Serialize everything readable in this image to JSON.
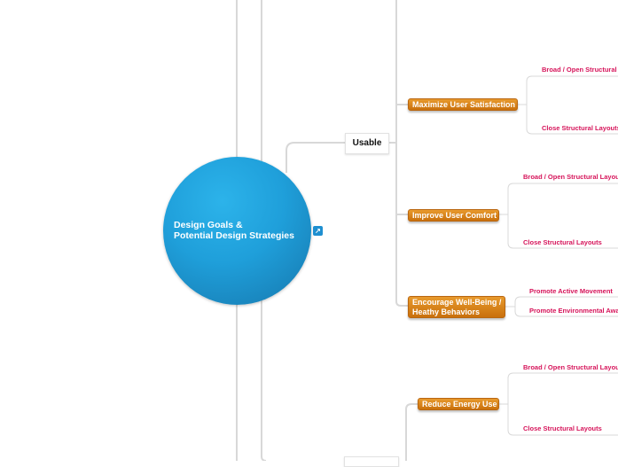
{
  "root": {
    "line1": "Design Goals &",
    "line2": "Potential Design Strategies"
  },
  "badge": {
    "icon": "export-icon",
    "glyph": "↗"
  },
  "branch_usable": {
    "label": "Usable"
  },
  "goals": {
    "maximize": "Maximize User Satisfaction",
    "comfort": "Improve User Comfort",
    "wellbeing_line1": "Encourage Well-Being /",
    "wellbeing_line2": "Heathy Behaviors",
    "energy": "Reduce Energy Use"
  },
  "strategies": {
    "maximize_1": "Broad / Open Structural Layouts",
    "maximize_2": "Close Structural Layouts",
    "comfort_1": "Broad / Open Structural Layouts",
    "comfort_2": "Close Structural Layouts",
    "wellbeing_1": "Promote Active Movement",
    "wellbeing_2": "Promote Environmental Awareness",
    "energy_1": "Broad / Open Structural Layouts",
    "energy_2": "Close Structural Layouts"
  },
  "colors": {
    "root": "#1f9fda",
    "goal": "#d9840f",
    "strategy": "#d6145a",
    "connector": "#d8d8d8"
  }
}
